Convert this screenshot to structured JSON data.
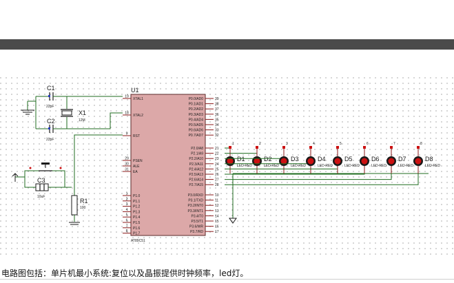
{
  "caption": "电路图包括：单片机最小系统:复位以及晶振提供时钟频率，led灯。",
  "colors": {
    "toolbar": "#4a4a4a",
    "chip_fill": "#dca8a8",
    "wire": "#1f6b1f",
    "led_red": "#cc1111",
    "pin_red": "#8b1a1a"
  },
  "mcu": {
    "ref": "U1",
    "part": "AT89C51",
    "left_pins": [
      {
        "num": "19",
        "name": "XTAL1"
      },
      {
        "num": "18",
        "name": "XTAL2"
      },
      {
        "num": "9",
        "name": "RST"
      },
      {
        "num": "29",
        "name": "PSEN"
      },
      {
        "num": "30",
        "name": "ALE"
      },
      {
        "num": "31",
        "name": "EA"
      }
    ],
    "port1_pins": [
      {
        "num": "1",
        "name": "P1.0"
      },
      {
        "num": "2",
        "name": "P1.1"
      },
      {
        "num": "3",
        "name": "P1.2"
      },
      {
        "num": "4",
        "name": "P1.3"
      },
      {
        "num": "5",
        "name": "P1.4"
      },
      {
        "num": "6",
        "name": "P1.5"
      },
      {
        "num": "7",
        "name": "P1.6"
      },
      {
        "num": "8",
        "name": "P1.7"
      }
    ],
    "port0_pins": [
      {
        "num": "39",
        "name": "P0.0/AD0"
      },
      {
        "num": "38",
        "name": "P0.1/AD1"
      },
      {
        "num": "37",
        "name": "P0.2/AD2"
      },
      {
        "num": "36",
        "name": "P0.3/AD3"
      },
      {
        "num": "35",
        "name": "P0.4/AD4"
      },
      {
        "num": "34",
        "name": "P0.5/AD5"
      },
      {
        "num": "33",
        "name": "P0.6/AD6"
      },
      {
        "num": "32",
        "name": "P0.7/AD7"
      }
    ],
    "port2_pins": [
      {
        "num": "21",
        "name": "P2.0/A8"
      },
      {
        "num": "22",
        "name": "P2.1/A9"
      },
      {
        "num": "23",
        "name": "P2.2/A10"
      },
      {
        "num": "24",
        "name": "P2.3/A11"
      },
      {
        "num": "25",
        "name": "P2.4/A12"
      },
      {
        "num": "26",
        "name": "P2.5/A13"
      },
      {
        "num": "27",
        "name": "P2.6/A14"
      },
      {
        "num": "28",
        "name": "P2.7/A15"
      }
    ],
    "port3_pins": [
      {
        "num": "10",
        "name": "P3.0/RXD"
      },
      {
        "num": "11",
        "name": "P3.1/TXD"
      },
      {
        "num": "12",
        "name": "P3.2/INT0"
      },
      {
        "num": "13",
        "name": "P3.3/INT1"
      },
      {
        "num": "14",
        "name": "P3.4/T0"
      },
      {
        "num": "15",
        "name": "P3.5/T1"
      },
      {
        "num": "16",
        "name": "P3.6/WR"
      },
      {
        "num": "17",
        "name": "P3.7/RD"
      }
    ]
  },
  "components": {
    "c1": {
      "ref": "C1",
      "value": "22pF"
    },
    "c2": {
      "ref": "C2",
      "value": "22pF"
    },
    "c3": {
      "ref": "C3",
      "value": "10uF"
    },
    "x1": {
      "ref": "X1",
      "value": "12M"
    },
    "r1": {
      "ref": "R1",
      "value": "100"
    }
  },
  "leds": [
    {
      "ref": "D1",
      "part": "LED-RED",
      "pin": "1"
    },
    {
      "ref": "D2",
      "part": "LED-RED",
      "pin": "2"
    },
    {
      "ref": "D3",
      "part": "LED-RED",
      "pin": "3"
    },
    {
      "ref": "D4",
      "part": "LED-RED",
      "pin": "4"
    },
    {
      "ref": "D5",
      "part": "LED-RED",
      "pin": "5"
    },
    {
      "ref": "D6",
      "part": "LED-RED",
      "pin": "6"
    },
    {
      "ref": "D7",
      "part": "LED-RED",
      "pin": "7"
    },
    {
      "ref": "D8",
      "part": "LED-RED",
      "pin": "8"
    }
  ]
}
